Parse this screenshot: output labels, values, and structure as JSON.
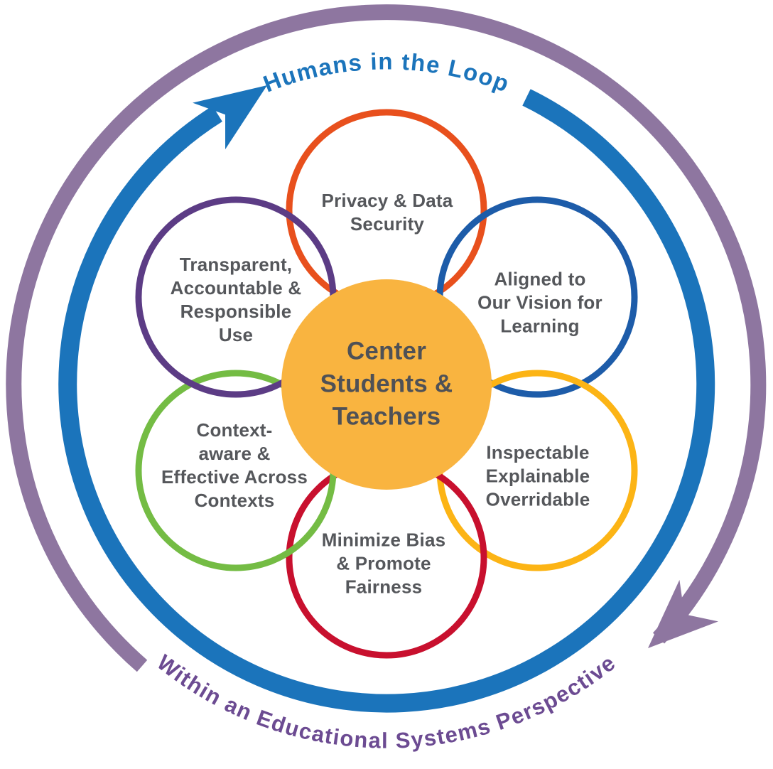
{
  "diagram": {
    "title": "Flower diagram with center circle, six petals and two circular arrows",
    "center": {
      "label": "Center\nStudents &\nTeachers",
      "fill": "#F9B440",
      "text_color": "#4F5156"
    },
    "petals": [
      {
        "name": "privacy-data-security",
        "label": "Privacy & Data\nSecurity",
        "color": "#E8501D"
      },
      {
        "name": "aligned-vision-learning",
        "label": "Aligned to\nOur Vision for\nLearning",
        "color": "#1D5CA9"
      },
      {
        "name": "inspectable-explainable",
        "label": "Inspectable\nExplainable\nOverridable",
        "color": "#FCB415"
      },
      {
        "name": "minimize-bias-fairness",
        "label": "Minimize Bias\n& Promote\nFairness",
        "color": "#C8102E"
      },
      {
        "name": "context-aware-effective",
        "label": "Context-\naware &\nEffective Across\nContexts",
        "color": "#74BC44"
      },
      {
        "name": "transparent-accountable",
        "label": "Transparent,\nAccountable &\nResponsible\nUse",
        "color": "#5C3C85"
      }
    ],
    "rings": {
      "inner": {
        "label": "Humans in the Loop",
        "color": "#1B74BB",
        "direction": "clockwise"
      },
      "outer": {
        "label": "Within an Educational Systems Perspective",
        "color": "#8E76A0",
        "label_color": "#6C4B92",
        "direction": "clockwise"
      }
    },
    "label_text_color": "#55575B"
  }
}
